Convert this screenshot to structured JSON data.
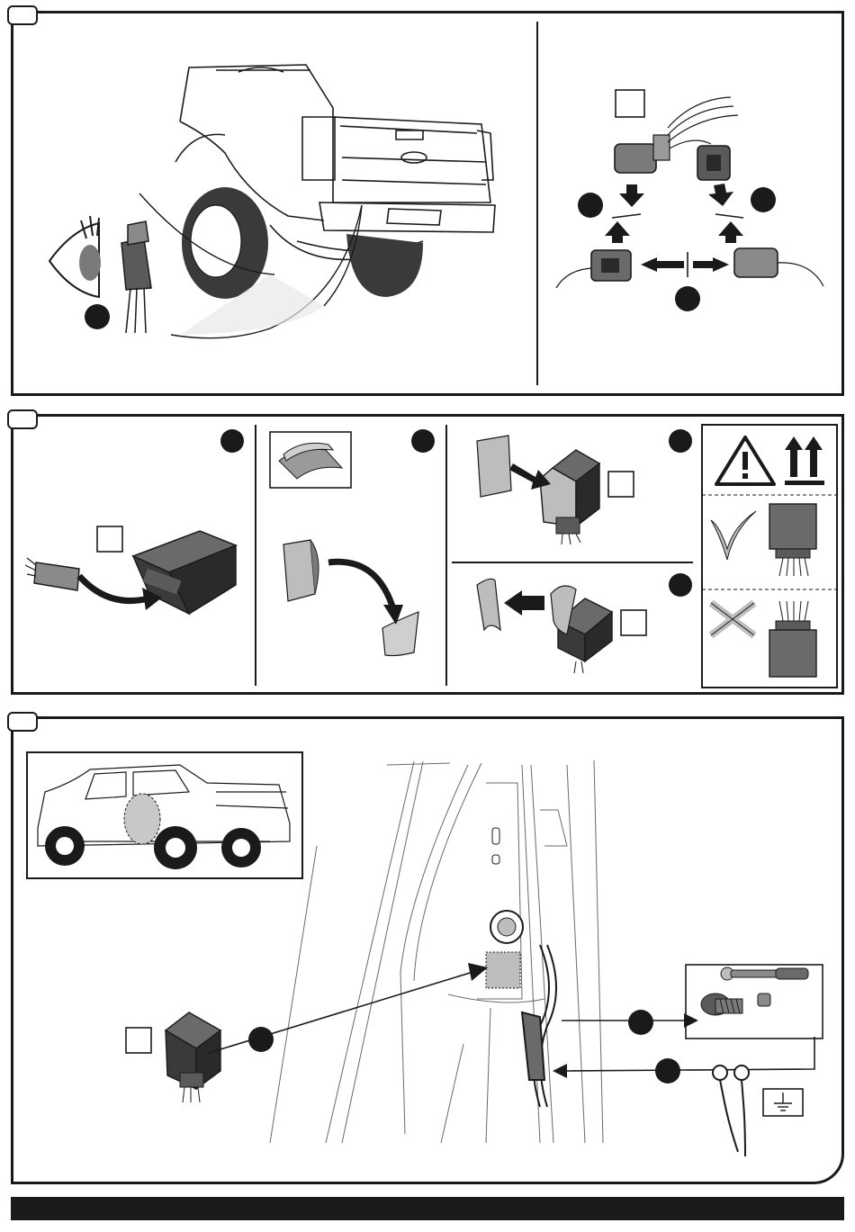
{
  "sections": [
    {
      "id": "section-1",
      "tab_label": ""
    },
    {
      "id": "section-2",
      "tab_label": ""
    },
    {
      "id": "section-3",
      "tab_label": ""
    }
  ],
  "colors": {
    "ink": "#1a1a1a",
    "dark_grey": "#3a3a3a",
    "mid_grey": "#6e6e6e",
    "light_grey": "#bdbdbd",
    "paper": "#ffffff"
  },
  "icons": [
    "eye-icon",
    "warning-icon",
    "this-way-up-icon",
    "check-icon",
    "cross-icon",
    "ground-icon",
    "ratchet-icon",
    "bolt-icon",
    "nut-icon",
    "ring-terminal-icon"
  ]
}
